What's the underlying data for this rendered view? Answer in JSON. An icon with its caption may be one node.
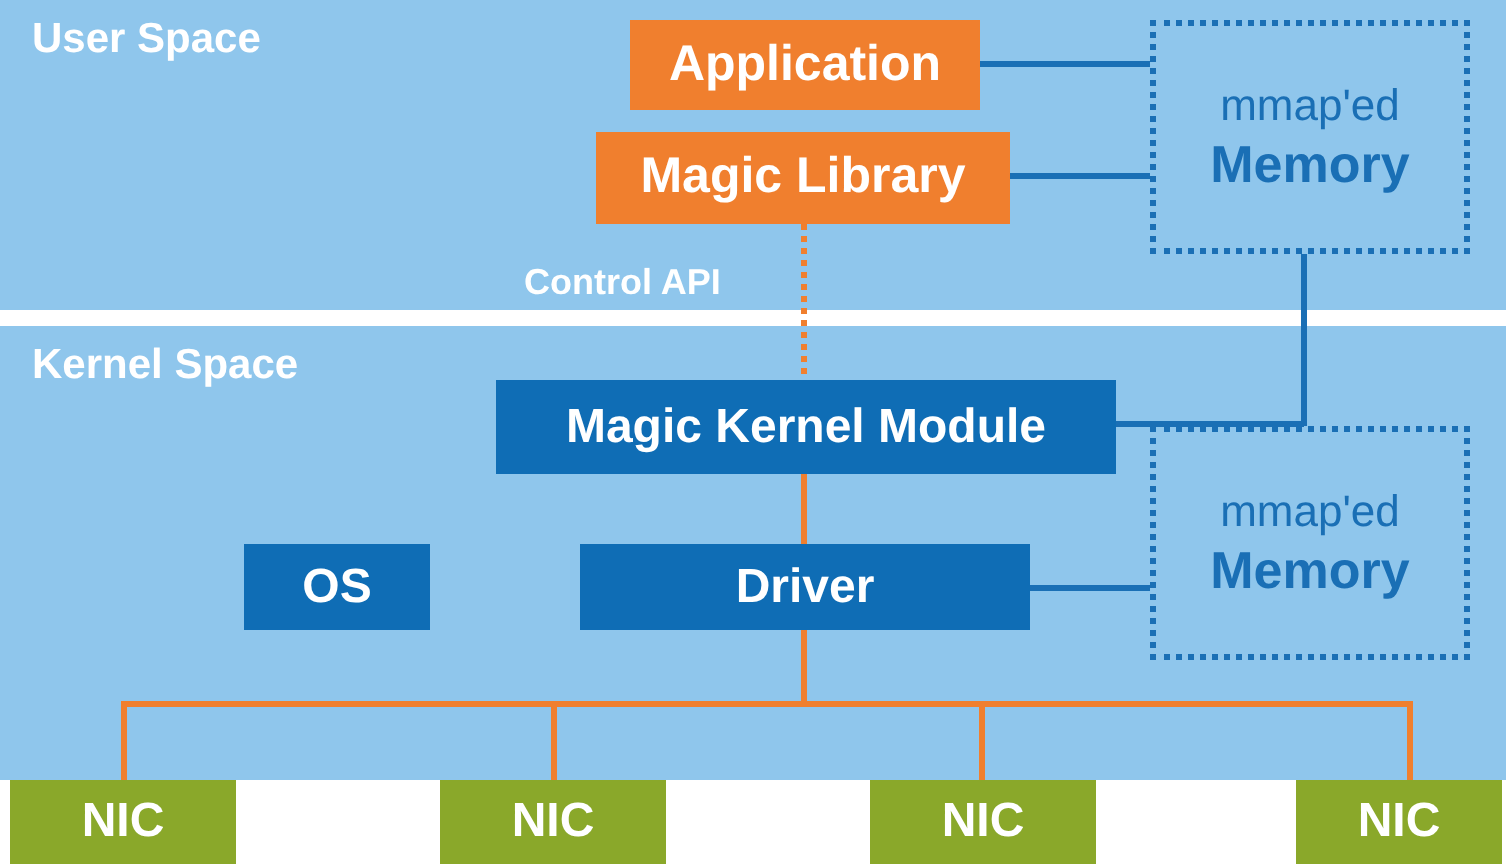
{
  "diagram": {
    "nodes": [
      {
        "text": [
          "User Space"
        ]
      },
      {
        "text": [
          "Application"
        ],
        "in": 0
      },
      {
        "text": [
          "Magic Library"
        ],
        "in": 0
      },
      {
        "text": [
          "mmap'ed",
          "Memory"
        ],
        "in": 0
      },
      {
        "text": [
          "Kernel Space"
        ]
      },
      {
        "text": [
          "Magic Kernel Module"
        ],
        "in": 4
      },
      {
        "text": [
          "OS"
        ],
        "in": 4
      },
      {
        "text": [
          "Driver"
        ],
        "in": 4
      },
      {
        "text": [
          "mmap'ed",
          "Memory"
        ],
        "in": 4
      },
      {
        "text": [
          "NIC"
        ]
      },
      {
        "text": [
          "NIC"
        ]
      },
      {
        "text": [
          "NIC"
        ]
      },
      {
        "text": [
          "NIC"
        ]
      }
    ],
    "edges": [
      {
        "from": 1,
        "to": 3,
        "arrow": "none",
        "color": "#1a6fb5"
      },
      {
        "from": 2,
        "to": 3,
        "arrow": "none",
        "color": "#1a6fb5"
      },
      {
        "from": 2,
        "to": 5,
        "arrow": "none",
        "label": "Control API",
        "style": "dashed"
      },
      {
        "from": 3,
        "to": 8,
        "arrow": "none",
        "color": "#1a6fb5"
      },
      {
        "from": 5,
        "to": 8,
        "arrow": "none",
        "color": "#1a6fb5"
      },
      {
        "from": 5,
        "to": 7,
        "arrow": "none"
      },
      {
        "from": 7,
        "to": 8,
        "arrow": "none",
        "color": "#1a6fb5"
      },
      {
        "from": 7,
        "to": 9,
        "arrow": "none"
      },
      {
        "from": 7,
        "to": 10,
        "arrow": "none"
      },
      {
        "from": 7,
        "to": 11,
        "arrow": "none"
      },
      {
        "from": 7,
        "to": 12,
        "arrow": "none"
      }
    ]
  }
}
